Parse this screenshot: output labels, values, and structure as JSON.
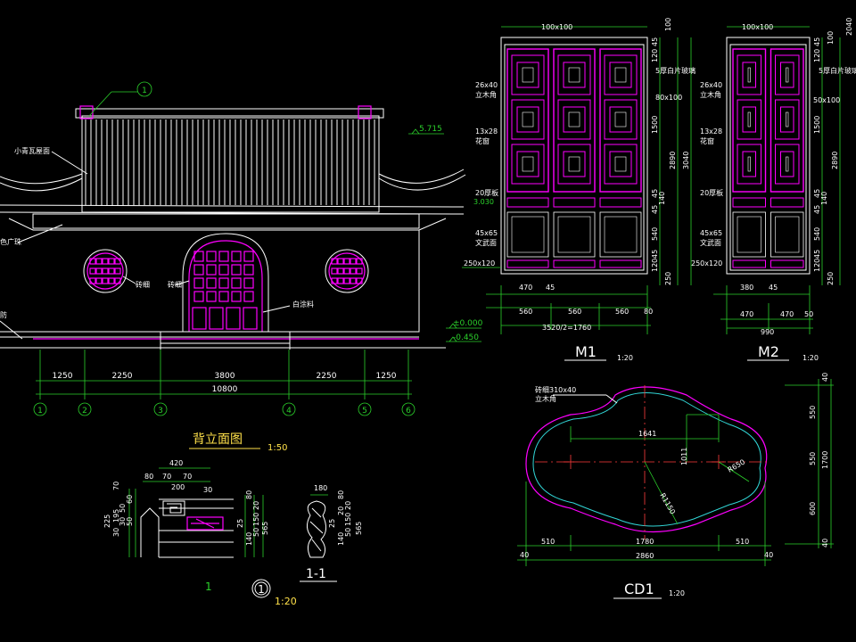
{
  "rear_elevation": {
    "title": "背立面图",
    "scale": "1:50",
    "labels": {
      "roof": "小青瓦屋面",
      "eave": "色广珠",
      "round_window": "砖细",
      "arch_door": "砖细",
      "wall": "白涂料",
      "left_cut": "防"
    },
    "elevations": [
      "5.715",
      "±0.000",
      "-0.450"
    ],
    "dims": [
      "1250",
      "2250",
      "3800",
      "2250",
      "1250"
    ],
    "total": "10800",
    "axes": [
      "1",
      "2",
      "3",
      "4",
      "5",
      "6"
    ],
    "callout": "1"
  },
  "detail1": {
    "number": "1",
    "scale": "1:20",
    "dims_top": [
      "420",
      "80",
      "70",
      "70",
      "200",
      "30"
    ],
    "dims_left": [
      "225",
      "70",
      "30",
      "195",
      "30",
      "50",
      "60",
      "50"
    ],
    "dims_right": [
      "25",
      "80",
      "140",
      "150",
      "20",
      "50",
      "565"
    ],
    "index": "1"
  },
  "section11": {
    "title": "1-1",
    "dim_top": "180",
    "dims_right": [
      "25",
      "80",
      "20",
      "140",
      "150",
      "20",
      "50",
      "565"
    ]
  },
  "m1": {
    "title": "M1",
    "scale": "1:20",
    "top_dim": "100x100",
    "labels": [
      "26x40",
      "立木角",
      "13x28",
      "花窗",
      "20厚板",
      "45x65",
      "文武面",
      "250x120",
      "5厚白片玻璃",
      "80x100"
    ],
    "bottom_dims": [
      "470",
      "45",
      "560",
      "560",
      "560",
      "80"
    ],
    "total": "3520/2=1760",
    "right_dims": [
      "45",
      "120",
      "1500",
      "45",
      "140",
      "45",
      "540",
      "45",
      "120",
      "250",
      "100",
      "2890",
      "3040"
    ],
    "elev": "3.030"
  },
  "m2": {
    "title": "M2",
    "scale": "1:20",
    "top_dim": "100x100",
    "labels": [
      "26x40",
      "立木角",
      "13x28",
      "花窗",
      "20厚板",
      "45x65",
      "文武面",
      "250x120",
      "5厚白片玻璃",
      "50x100"
    ],
    "bottom_dims": [
      "380",
      "45",
      "470",
      "470",
      "50"
    ],
    "total": "990",
    "right_dims": [
      "45",
      "120",
      "1500",
      "45",
      "140",
      "45",
      "540",
      "45",
      "120",
      "250",
      "100",
      "2890",
      "2040"
    ]
  },
  "cd1": {
    "title": "CD1",
    "scale": "1:20",
    "label1": "砖细310x40",
    "label2": "立木角",
    "dims_inner": [
      "1641",
      "1011",
      "R650",
      "R1150"
    ],
    "dims_bottom": [
      "40",
      "510",
      "1780",
      "510",
      "40"
    ],
    "total": "2860",
    "dims_right": [
      "40",
      "550",
      "550",
      "600",
      "1700",
      "40"
    ]
  }
}
